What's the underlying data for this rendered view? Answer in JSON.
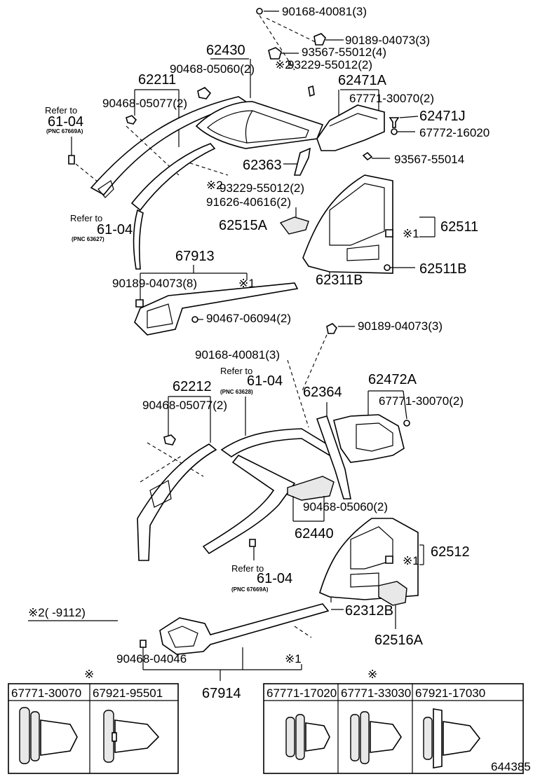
{
  "labels": {
    "p90168_top": "90168-40081(3)",
    "p90189_top": "90189-04073(3)",
    "p93567_4": "93567-55012(4)",
    "p93229_a": "93229-55012(2)",
    "p62430": "62430",
    "p90468_05060a": "90468-05060(2)",
    "p62211": "62211",
    "p90468_05077a": "90468-05077(2)",
    "p62471A": "62471A",
    "p67771_30070a": "67771-30070(2)",
    "p62471J": "62471J",
    "p67772": "67772-16020",
    "p93567_55014": "93567-55014",
    "p62363": "62363",
    "p93229_b": "93229-55012(2)",
    "p91626": "91626-40616(2)",
    "p62515A": "62515A",
    "p62511": "62511",
    "p62511B": "62511B",
    "p62311B": "62311B",
    "p67913": "67913",
    "p90189_8": "90189-04073(8)",
    "p90467": "90467-06094(2)",
    "p90189_mid": "90189-04073(3)",
    "p90168_mid": "90168-40081(3)",
    "p62212": "62212",
    "p90468_05077b": "90468-05077(2)",
    "p62364": "62364",
    "p62472A": "62472A",
    "p67771_30070b": "67771-30070(2)",
    "p90468_05060b": "90468-05060(2)",
    "p62440": "62440",
    "p62512": "62512",
    "p62312B": "62312B",
    "p62516A": "62516A",
    "p90468_04046": "90468-04046",
    "p67914": "67914",
    "star2_note": "※2(  -9112)",
    "mark1a": "※1",
    "mark1b": "※1",
    "mark1c": "※1",
    "mark1d": "※1",
    "star2a": "※2",
    "star2b": "※2",
    "ref_6104": "61-04",
    "refer_to": "Refer to",
    "pnc_67669a": "(PNC 67669A)",
    "pnc_63627": "(PNC 63627)",
    "pnc_63628": "(PNC 63628)",
    "pnc_67669a_b": "(PNC 67669A)",
    "clip_header_left": "※",
    "clip_header_right": "※",
    "clip_l1": "67771-30070",
    "clip_l2": "67921-95501",
    "clip_r1": "67771-17020",
    "clip_r2": "67771-33030",
    "clip_r3": "67921-17030",
    "figure_id": "644385"
  }
}
